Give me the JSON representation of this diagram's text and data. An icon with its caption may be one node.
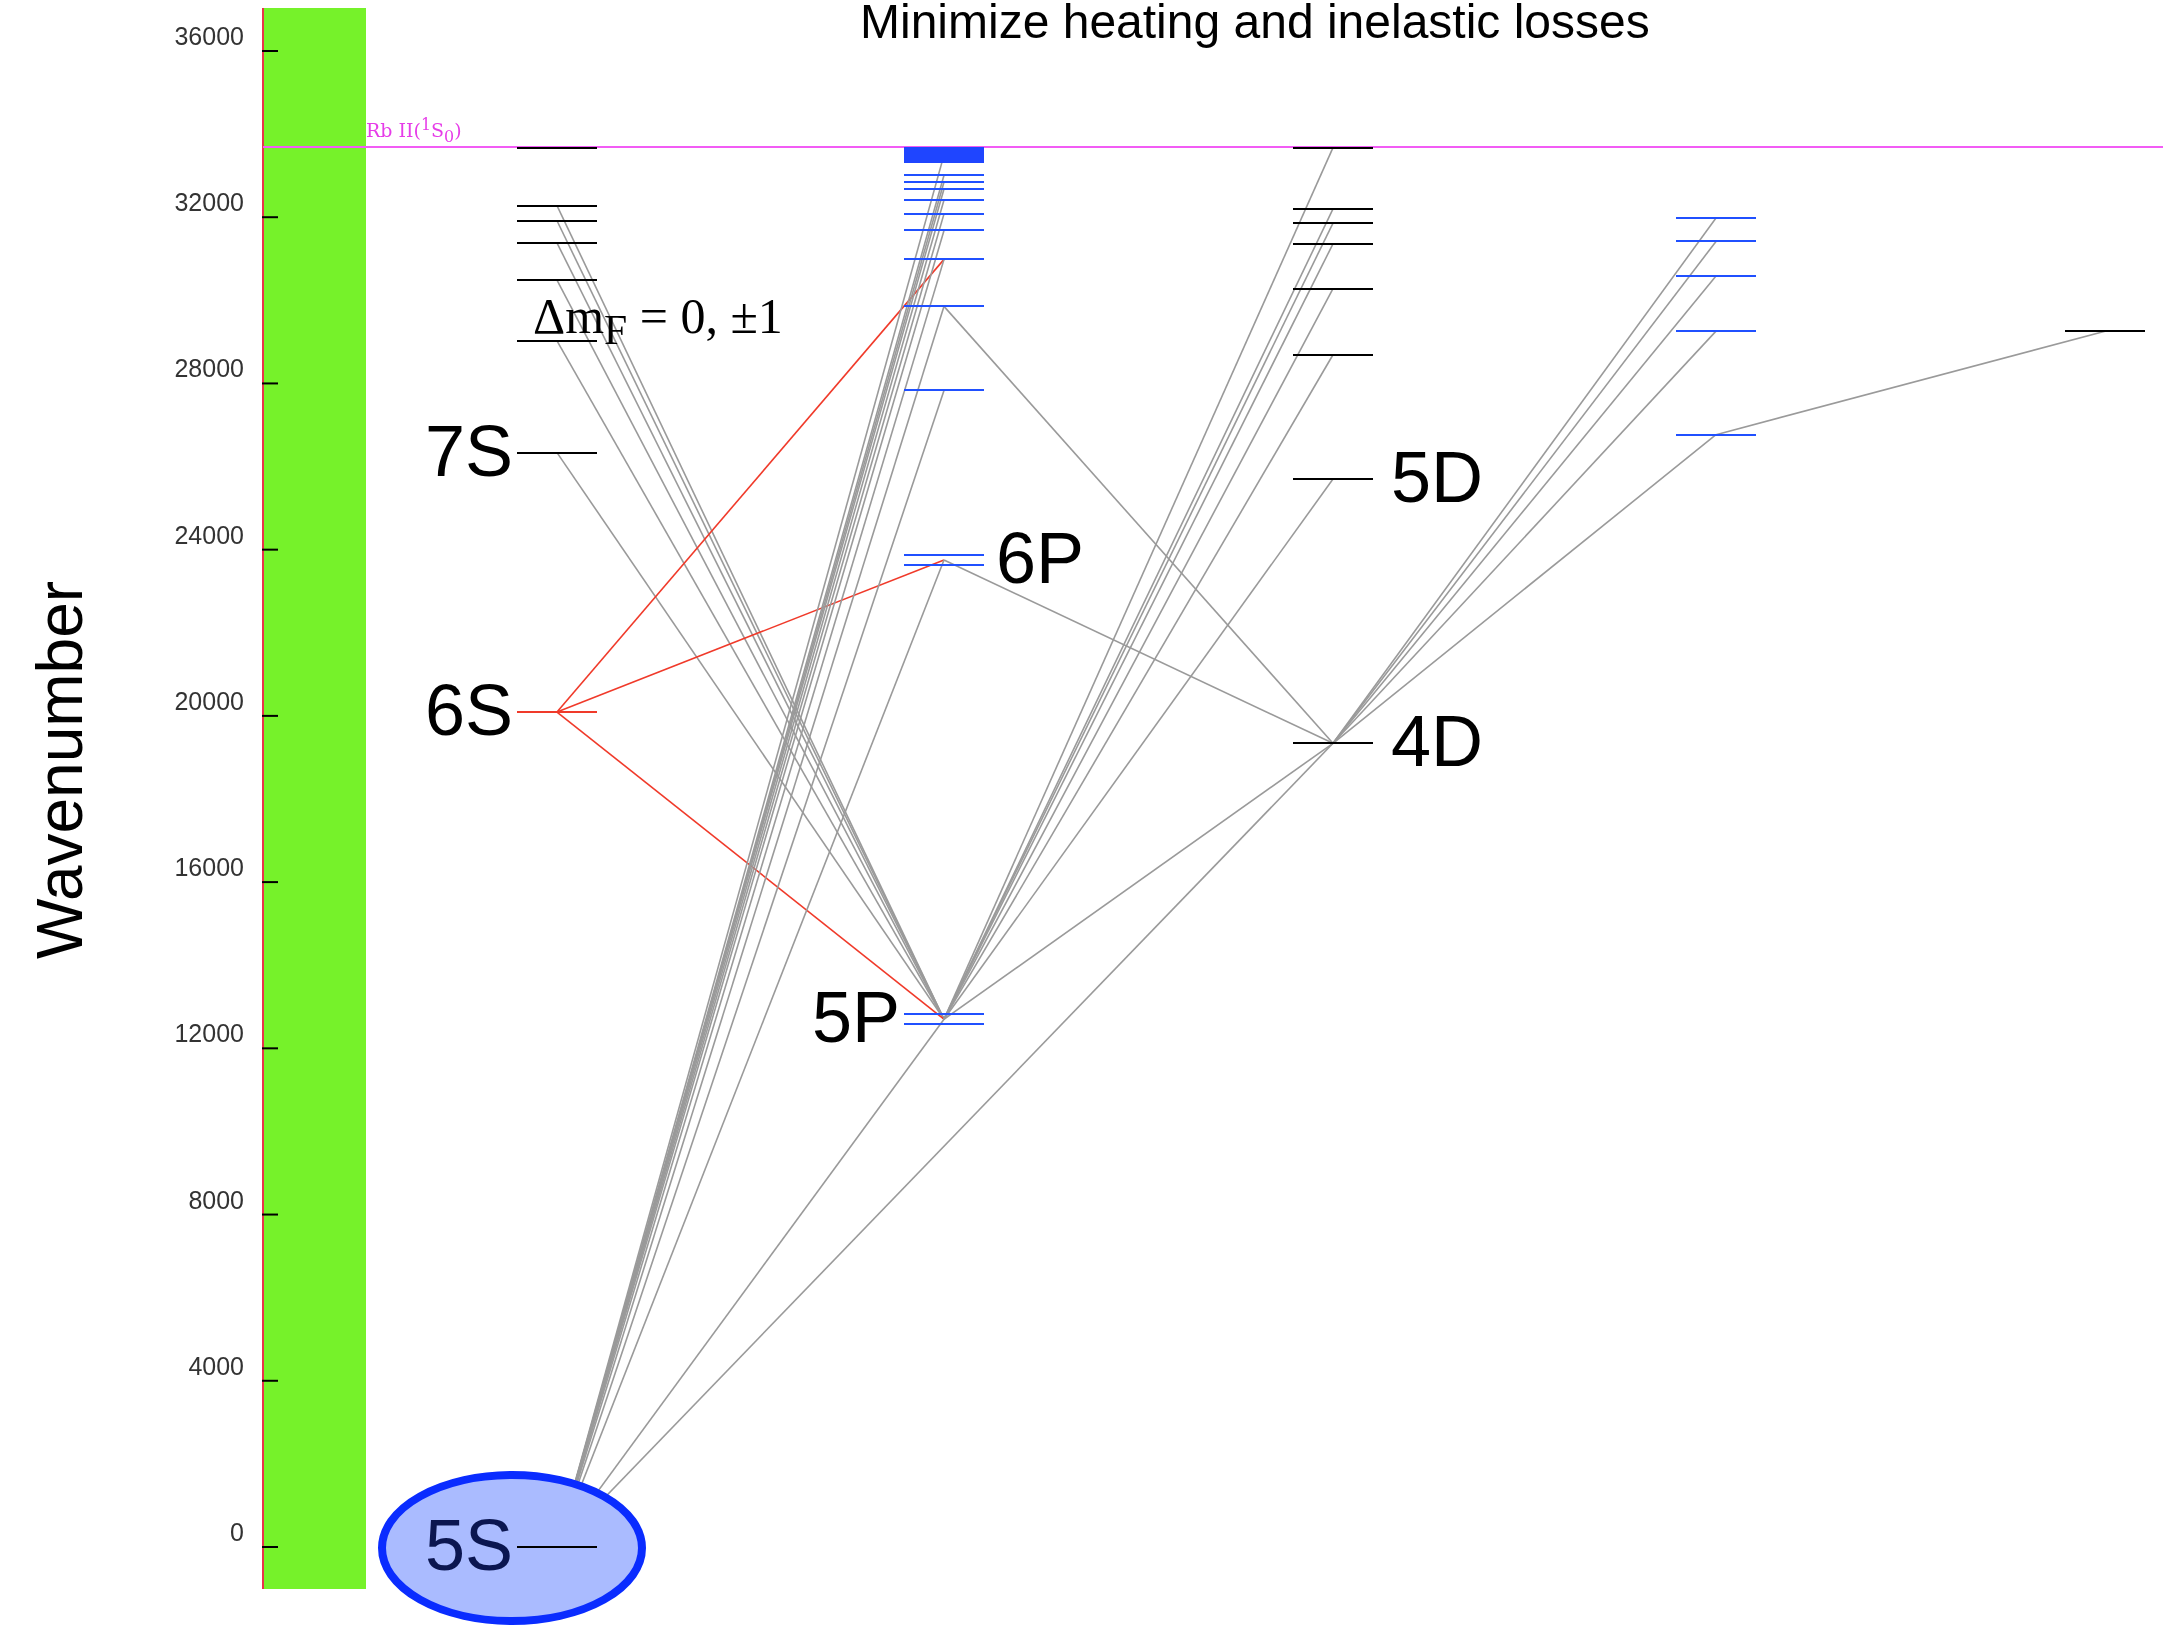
{
  "diagram": {
    "title": "Minimize heating and inelastic losses",
    "nodes": [
      {
        "text": [],
        "shape": "bar"
      },
      {
        "text": [],
        "shape": "bar"
      },
      {
        "text": [],
        "shape": "bar"
      },
      {
        "text": [],
        "shape": "bar"
      },
      {
        "text": [],
        "shape": "bar"
      },
      {
        "text": [],
        "shape": "bar"
      },
      {
        "text": [
          "7S"
        ]
      },
      {
        "text": [
          "6S"
        ]
      },
      {
        "text": [
          "5S"
        ]
      },
      {
        "text": [],
        "shape": "bar"
      },
      {
        "text": [],
        "shape": "bar"
      },
      {
        "text": [],
        "shape": "bar"
      },
      {
        "text": [],
        "shape": "bar"
      },
      {
        "text": [],
        "shape": "bar"
      },
      {
        "text": [],
        "shape": "bar"
      },
      {
        "text": [],
        "shape": "bar"
      },
      {
        "text": [],
        "shape": "bar"
      },
      {
        "text": [],
        "shape": "bar"
      },
      {
        "text": [],
        "shape": "bar"
      },
      {
        "text": [
          "6P"
        ]
      },
      {
        "text": [
          "5P"
        ]
      },
      {
        "text": [],
        "shape": "bar"
      },
      {
        "text": [],
        "shape": "bar"
      },
      {
        "text": [],
        "shape": "bar"
      },
      {
        "text": [],
        "shape": "bar"
      },
      {
        "text": [],
        "shape": "bar"
      },
      {
        "text": [],
        "shape": "bar"
      },
      {
        "text": [
          "5D"
        ]
      },
      {
        "text": [
          "4D"
        ]
      },
      {
        "text": [],
        "shape": "bar"
      },
      {
        "text": [],
        "shape": "bar"
      },
      {
        "text": [],
        "shape": "bar"
      },
      {
        "text": [],
        "shape": "bar"
      },
      {
        "text": [],
        "shape": "bar"
      },
      {
        "text": [],
        "shape": "bar"
      }
    ],
    "edges": [
      {
        "from": 20,
        "to": 1,
        "arrow": "none"
      },
      {
        "from": 20,
        "to": 2,
        "arrow": "none"
      },
      {
        "from": 20,
        "to": 3,
        "arrow": "none"
      },
      {
        "from": 20,
        "to": 4,
        "arrow": "none"
      },
      {
        "from": 20,
        "to": 5,
        "arrow": "none"
      },
      {
        "from": 20,
        "to": 6,
        "arrow": "none"
      },
      {
        "from": 20,
        "to": 7,
        "arrow": "none",
        "color": "#f03a2a"
      },
      {
        "from": 7,
        "to": 19,
        "arrow": "none",
        "color": "#f03a2a"
      },
      {
        "from": 7,
        "to": 16,
        "arrow": "none",
        "color": "#f03a2a"
      },
      {
        "from": 8,
        "to": 9,
        "arrow": "none"
      },
      {
        "from": 8,
        "to": 10,
        "arrow": "none"
      },
      {
        "from": 8,
        "to": 11,
        "arrow": "none"
      },
      {
        "from": 8,
        "to": 12,
        "arrow": "none"
      },
      {
        "from": 8,
        "to": 13,
        "arrow": "none"
      },
      {
        "from": 8,
        "to": 14,
        "arrow": "none"
      },
      {
        "from": 8,
        "to": 15,
        "arrow": "none"
      },
      {
        "from": 8,
        "to": 16,
        "arrow": "none"
      },
      {
        "from": 8,
        "to": 17,
        "arrow": "none"
      },
      {
        "from": 8,
        "to": 18,
        "arrow": "none"
      },
      {
        "from": 8,
        "to": 19,
        "arrow": "none"
      },
      {
        "from": 8,
        "to": 20,
        "arrow": "none"
      },
      {
        "from": 8,
        "to": 28,
        "arrow": "none"
      },
      {
        "from": 20,
        "to": 21,
        "arrow": "none"
      },
      {
        "from": 20,
        "to": 22,
        "arrow": "none"
      },
      {
        "from": 20,
        "to": 23,
        "arrow": "none"
      },
      {
        "from": 20,
        "to": 24,
        "arrow": "none"
      },
      {
        "from": 20,
        "to": 25,
        "arrow": "none"
      },
      {
        "from": 20,
        "to": 26,
        "arrow": "none"
      },
      {
        "from": 20,
        "to": 27,
        "arrow": "none"
      },
      {
        "from": 20,
        "to": 28,
        "arrow": "none"
      },
      {
        "from": 28,
        "to": 19,
        "arrow": "none"
      },
      {
        "from": 28,
        "to": 17,
        "arrow": "none"
      },
      {
        "from": 28,
        "to": 29,
        "arrow": "none"
      },
      {
        "from": 28,
        "to": 30,
        "arrow": "none"
      },
      {
        "from": 28,
        "to": 31,
        "arrow": "none"
      },
      {
        "from": 28,
        "to": 32,
        "arrow": "none"
      },
      {
        "from": 28,
        "to": 33,
        "arrow": "none"
      },
      {
        "from": 33,
        "to": 34,
        "arrow": "none"
      }
    ],
    "labels": [
      "36000",
      "32000",
      "28000",
      "24000",
      "20000",
      "16000",
      "12000",
      "8000",
      "4000",
      "0",
      "Rb II($^{1}$S$_{0}$)",
      "Δm$_{F}$ = 0, ±1",
      "Wavenumber"
    ]
  }
}
